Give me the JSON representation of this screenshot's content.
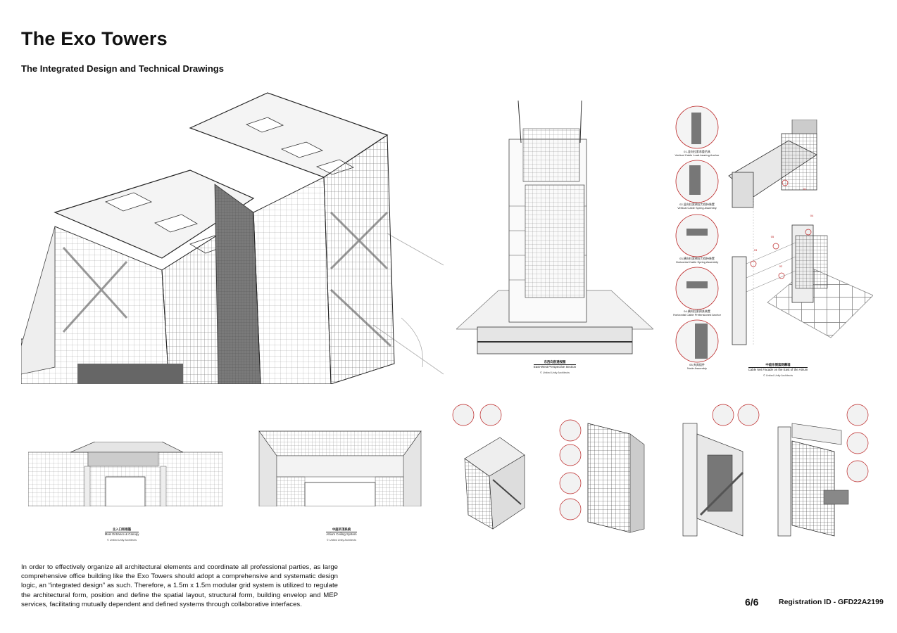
{
  "header": {
    "title": "The Exo Towers",
    "subtitle": "The Integrated Design and Technical Drawings"
  },
  "section": {
    "cn": "东西向剖透视图",
    "en": "East-West Perspective Section",
    "credit": "© United Unity Architects"
  },
  "facade": {
    "cn": "中庭东侧索网幕墙",
    "en": "Cable Net Facade on the East of the Atrium",
    "credit": "© United Unity Architects"
  },
  "details": [
    {
      "cn": "01-竖向拉索承重吊具",
      "en": "Vertical Cable Load-bearing Anchor"
    },
    {
      "cn": "02-竖向拉索预应力保持装置",
      "en": "Vertical Cable Spring Assembly"
    },
    {
      "cn": "03-横向拉索预应力保持装置",
      "en": "Horizontal Cable Spring Assembly"
    },
    {
      "cn": "04-横向拉索预紧装置",
      "en": "Horizontal Cable Pretensioned Anchor"
    },
    {
      "cn": "05-夹具组件",
      "en": "Node Assembly"
    }
  ],
  "callouts": [
    "01",
    "02",
    "03",
    "04",
    "05"
  ],
  "entrance": {
    "cn": "主入口和雨篷",
    "en": "Main Entrance & Canopy",
    "credit": "© United Unity Architects"
  },
  "atrium": {
    "cn": "中庭吊顶系统",
    "en": "Atrium Ceiling System",
    "credit": "© United Unity Architects"
  },
  "body_text": "In order to effectively organize all architectural elements and coordinate all professional parties, as large comprehensive office building like the Exo Towers should adopt a comprehensive and systematic design logic, an “integrated design” as such. Therefore, a 1.5m x 1.5m modular grid system is utilized to regulate the architectural form, position and define the spatial layout, structural form, building envelop and MEP services, facilitating mutually dependent and defined systems through collaborative interfaces.",
  "footer": {
    "page": "6/6",
    "registration": "Registration ID - GFD22A2199"
  }
}
